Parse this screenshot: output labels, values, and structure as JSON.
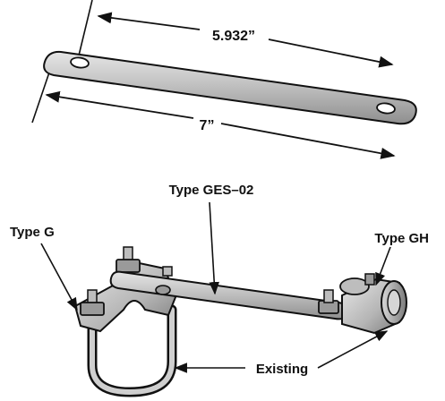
{
  "dimensions": {
    "hole_spacing": "5.932”",
    "overall_length": "7”"
  },
  "callouts": {
    "bridge": "Type GES–02",
    "left_clamp": "Type G",
    "right_clamp": "Type GH",
    "existing": "Existing"
  },
  "colors": {
    "metal": "#c9c9c9",
    "metal_dark": "#8e8e8e",
    "outline": "#111111"
  }
}
